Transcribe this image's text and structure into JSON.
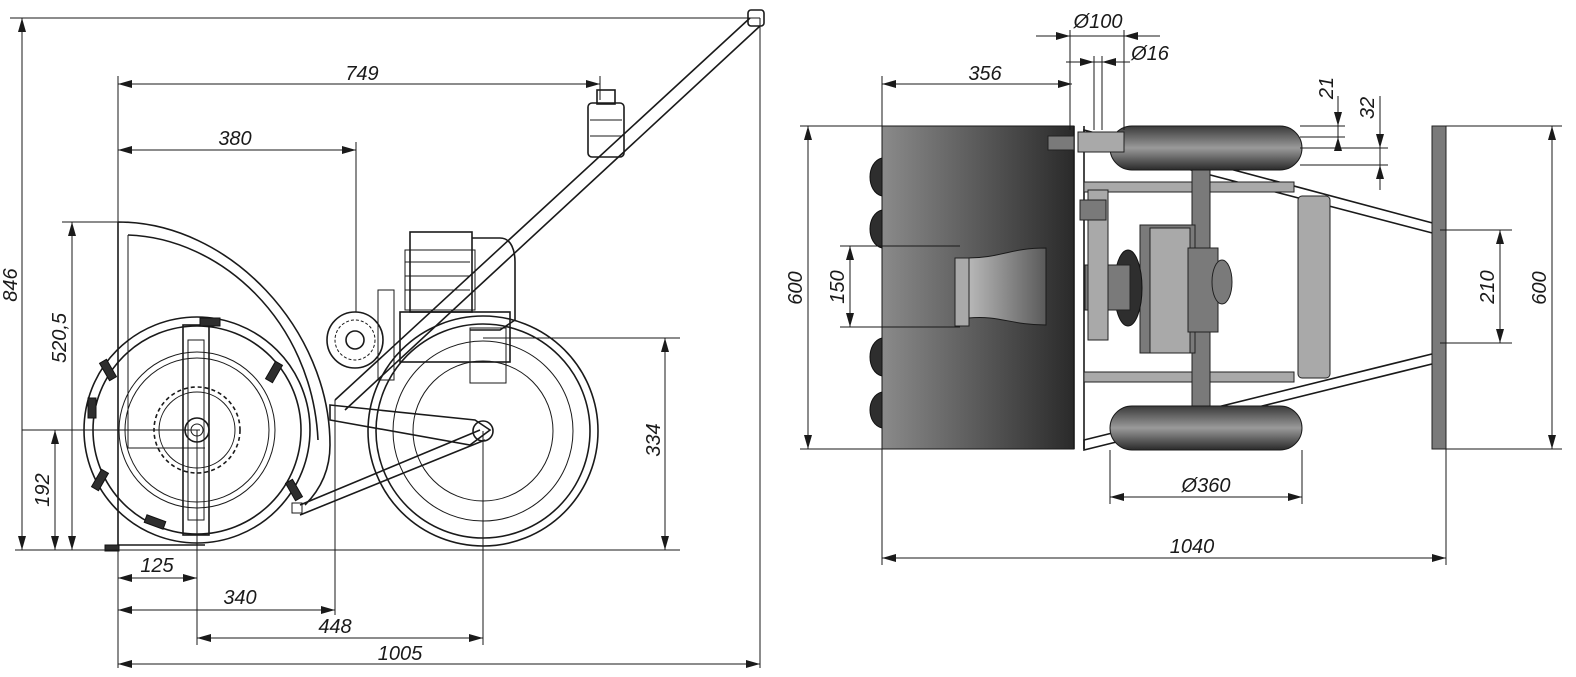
{
  "side_view": {
    "dim_846": "846",
    "dim_749": "749",
    "dim_380": "380",
    "dim_520_5": "520,5",
    "dim_192": "192",
    "dim_334": "334",
    "dim_125": "125",
    "dim_340": "340",
    "dim_448": "448",
    "dim_1005": "1005"
  },
  "top_view": {
    "dim_d100": "Ø100",
    "dim_d16": "Ø16",
    "dim_356": "356",
    "dim_21": "21",
    "dim_32": "32",
    "dim_600_left": "600",
    "dim_150": "150",
    "dim_210": "210",
    "dim_600_right": "600",
    "dim_d360": "Ø360",
    "dim_1040": "1040"
  },
  "colors": {
    "ink": "#1a1a1a",
    "shade_dark": "#2e2e2e",
    "shade_mid": "#7a7a7a",
    "shade_light": "#a9a9a9"
  }
}
